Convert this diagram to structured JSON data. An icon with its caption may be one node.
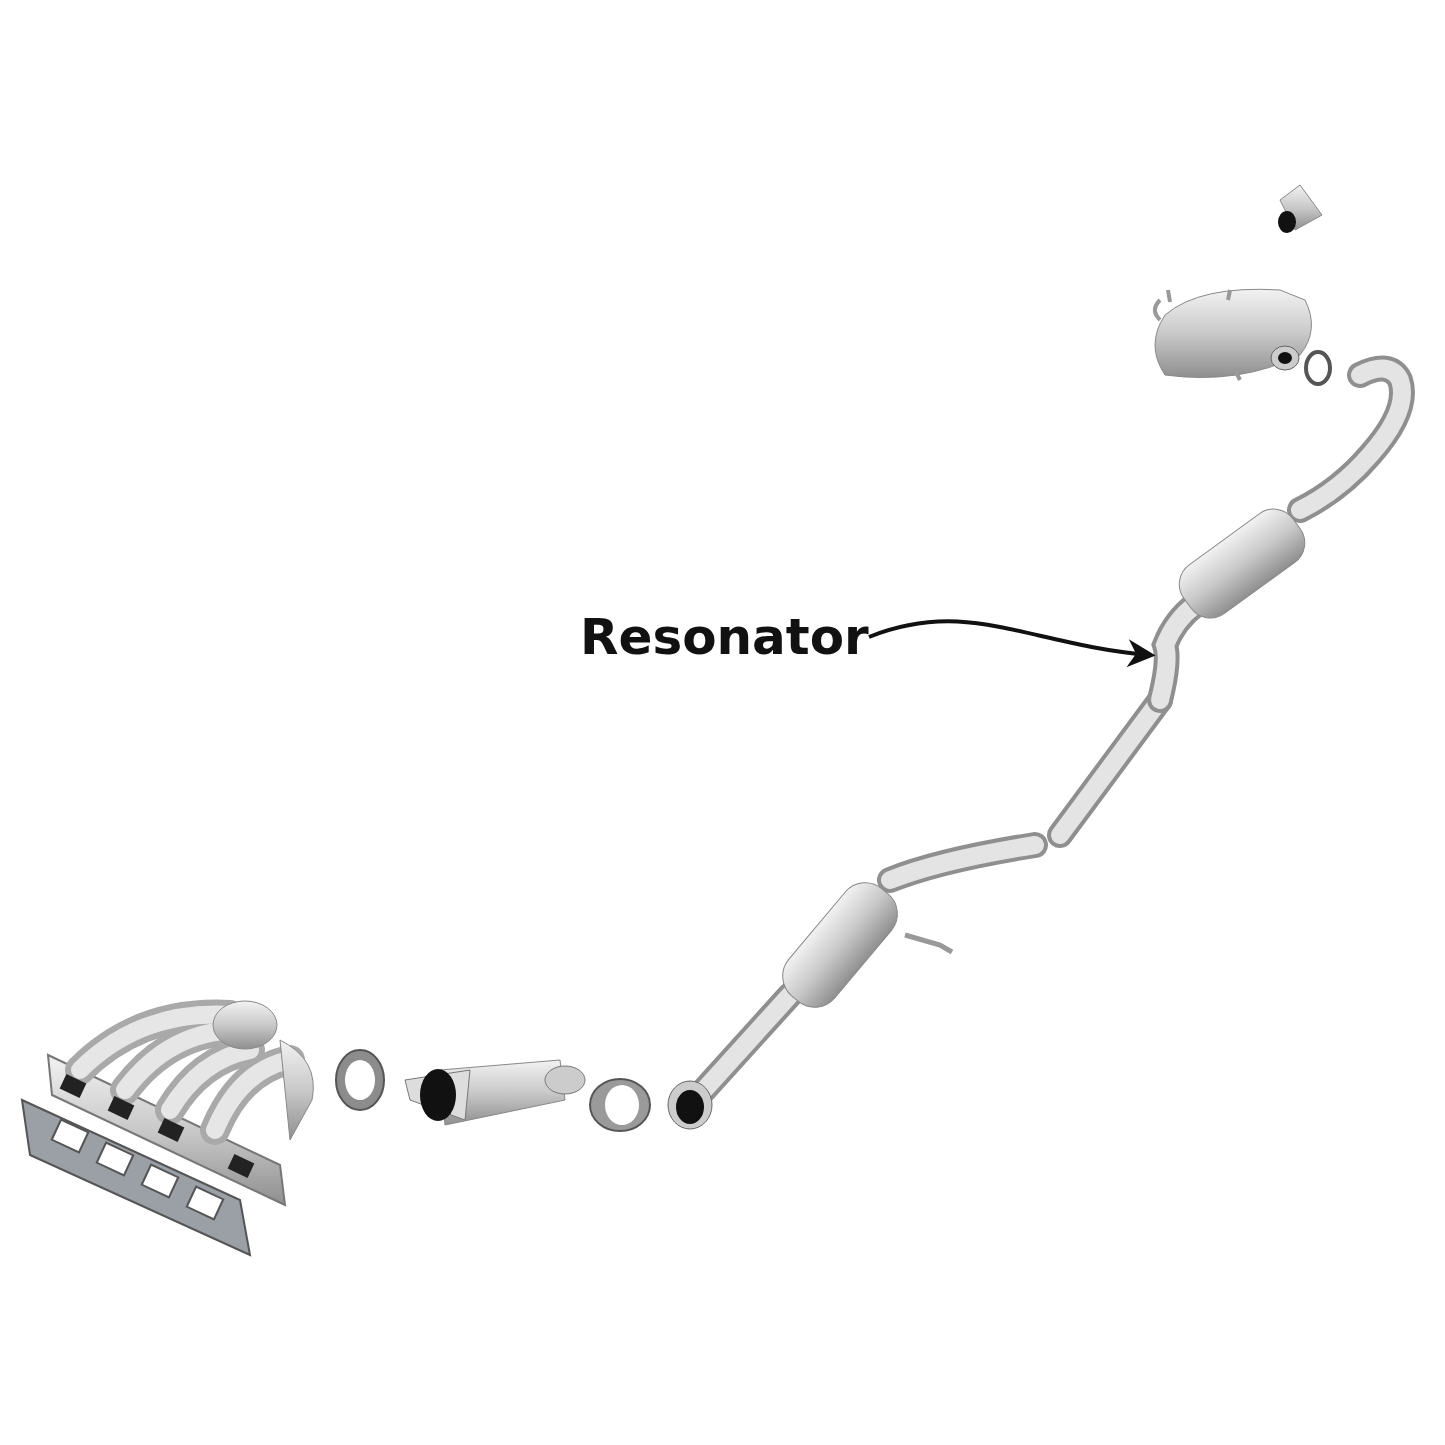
{
  "diagram": {
    "nodes": [
      {
        "text": [
          "Resonator"
        ]
      },
      {
        "text": [],
        "shape": "picture"
      }
    ],
    "edges": [
      {
        "from": 0,
        "to": 1,
        "arrow": "to"
      }
    ]
  }
}
